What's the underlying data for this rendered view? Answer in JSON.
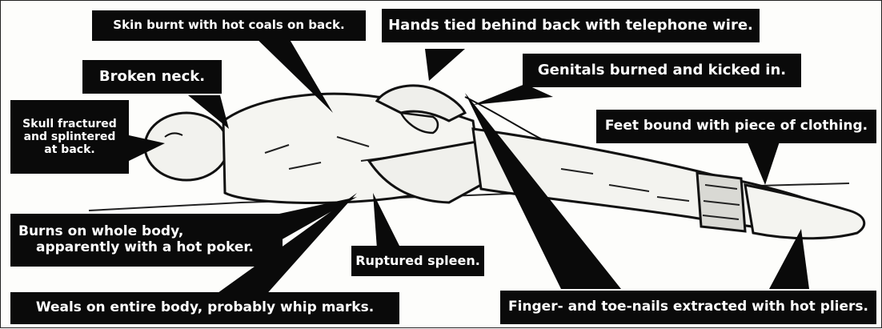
{
  "labels": {
    "skin": "Skin burnt with hot coals on back.",
    "hands": "Hands tied behind back with telephone wire.",
    "neck": "Broken neck.",
    "genitals": "Genitals burned and kicked in.",
    "skull_1": "Skull fractured",
    "skull_2": "and splintered",
    "skull_3": "at back.",
    "feet": "Feet bound with piece of clothing.",
    "burns_1": "Burns on whole body,",
    "burns_2": "apparently with a hot poker.",
    "spleen": "Ruptured spleen.",
    "weals": "Weals on entire body, probably whip marks.",
    "nails": "Finger- and toe-nails extracted with hot pliers."
  },
  "colors": {
    "label_bg": "#0a0a0a",
    "label_text": "#ffffff",
    "ink": "#111111",
    "paper": "#fdfdfb"
  }
}
